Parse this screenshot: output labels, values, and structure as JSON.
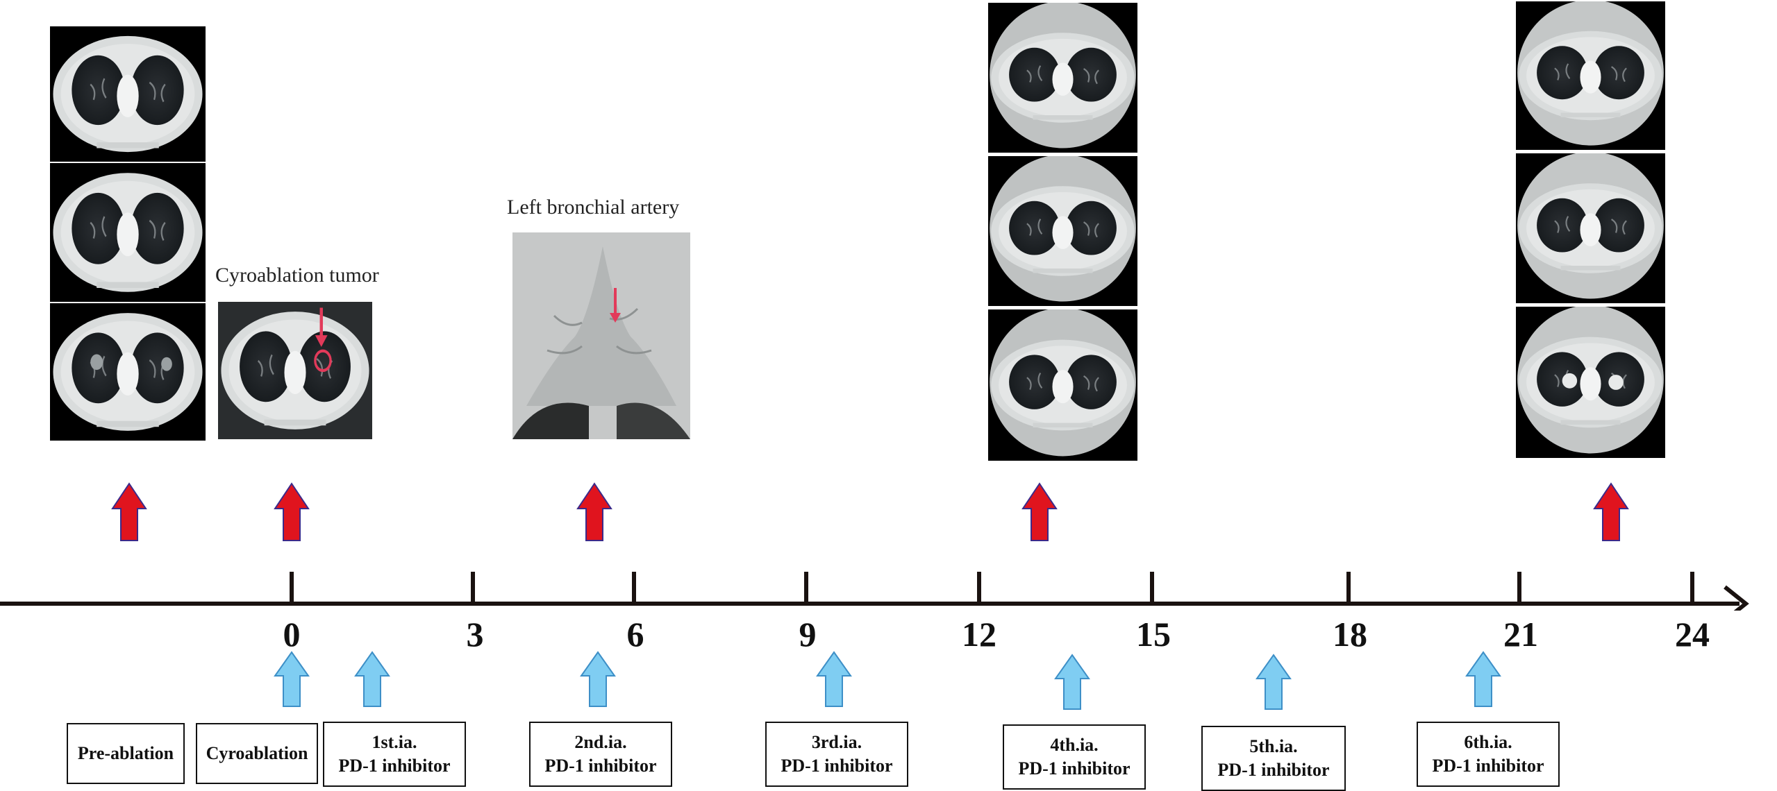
{
  "captions": {
    "cryoablation": "Cyroablation tumor",
    "bronchial": "Left bronchial artery"
  },
  "timeline": {
    "ticks": [
      "0",
      "3",
      "6",
      "9",
      "12",
      "15",
      "18",
      "21",
      "24"
    ]
  },
  "boxes": {
    "pre_ablation": "Pre-ablation",
    "cryoablation": "Cyroablation",
    "ia1_a": "1st.ia.",
    "ia1_b": "PD-1 inhibitor",
    "ia2_a": "2nd.ia.",
    "ia2_b": "PD-1 inhibitor",
    "ia3_a": "3rd.ia.",
    "ia3_b": "PD-1 inhibitor",
    "ia4_a": "4th.ia.",
    "ia4_b": "PD-1 inhibitor",
    "ia5_a": "5th.ia.",
    "ia5_b": "PD-1 inhibitor",
    "ia6_a": "6th.ia.",
    "ia6_b": "PD-1 inhibitor"
  },
  "colors": {
    "red_arrow": "#e0141e",
    "red_arrow_edge": "#3b2a8a",
    "blue_arrow": "#7fcdf2",
    "blue_arrow_edge": "#3d8fc7",
    "axis": "#1a1210",
    "marker": "#e23a5a"
  },
  "icons": {
    "up_arrow": "arrow-up-icon",
    "axis_head": "axis-arrowhead-icon"
  }
}
